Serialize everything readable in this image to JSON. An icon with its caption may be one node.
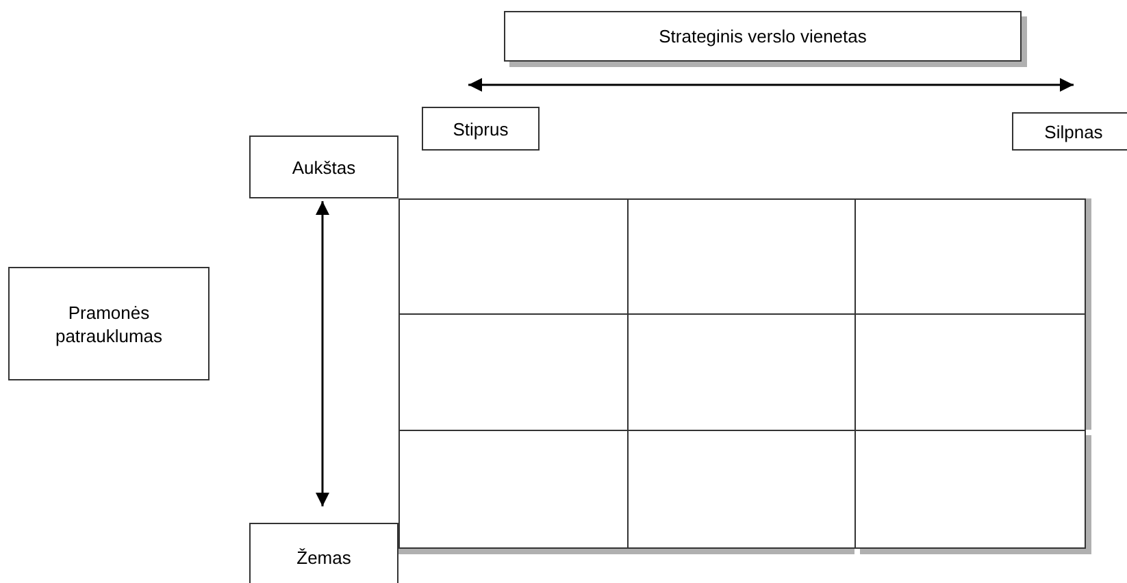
{
  "diagram": {
    "nodes": [
      {
        "text": [
          "Strateginis verslo vienetas"
        ]
      },
      {
        "text": [
          "Stiprus"
        ]
      },
      {
        "text": [
          "Silpnas"
        ]
      },
      {
        "text": [
          "Aukštas"
        ]
      },
      {
        "text": [
          "Pramonės patrauklumas"
        ]
      },
      {
        "text": [],
        "shape": "box"
      },
      {
        "text": [],
        "shape": "box"
      },
      {
        "text": [],
        "shape": "box"
      },
      {
        "text": [],
        "shape": "box"
      },
      {
        "text": [],
        "shape": "box"
      },
      {
        "text": [],
        "shape": "box"
      },
      {
        "text": [],
        "shape": "box"
      },
      {
        "text": [],
        "shape": "box"
      },
      {
        "text": [],
        "shape": "box"
      },
      {
        "text": [
          "Žemas"
        ]
      }
    ],
    "edges": [
      {
        "from": 1,
        "to": 2,
        "arrow": "both"
      },
      {
        "from": 3,
        "to": 14,
        "arrow": "both"
      }
    ]
  }
}
